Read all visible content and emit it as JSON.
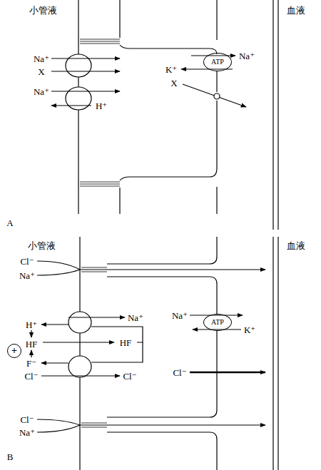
{
  "diagram": {
    "nodes": [
      {
        "text": [
          "ATP"
        ]
      },
      {
        "text": [
          "ATP"
        ]
      },
      {
        "text": [
          "+"
        ]
      }
    ],
    "labels": [
      "小管液",
      "血液",
      "Na⁺",
      "X",
      "Na⁺",
      "H⁺",
      "Na⁺",
      "K⁺",
      "X",
      "A",
      "小管液",
      "血液",
      "Cl⁻",
      "Na⁺",
      "Na⁺",
      "H⁺",
      "HF",
      "HF",
      "F⁻",
      "Cl⁻",
      "Cl⁻",
      "Na⁺",
      "K⁺",
      "Cl⁻",
      "Cl⁻",
      "Na⁺",
      "B"
    ]
  }
}
